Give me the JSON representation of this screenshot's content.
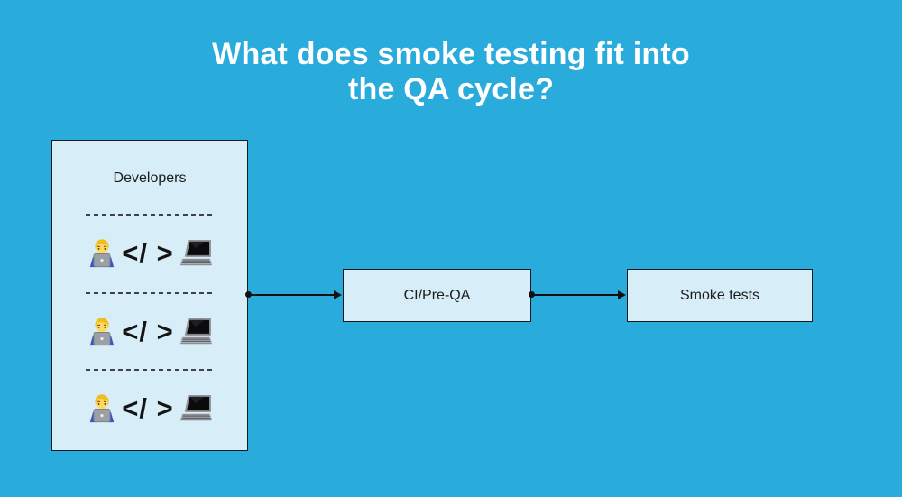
{
  "title": {
    "line1": "What does smoke testing fit into",
    "line2": "the QA cycle?"
  },
  "developers_panel": {
    "label": "Developers",
    "rows": [
      "</ >",
      "</ >",
      "</ >"
    ]
  },
  "nodes": [
    {
      "id": "ci",
      "label": "CI/Pre-QA"
    },
    {
      "id": "smoke",
      "label": "Smoke tests"
    }
  ],
  "icons": {
    "developer": "technologist-icon",
    "computer": "laptop-icon"
  },
  "colors": {
    "background": "#29ABDC",
    "node_fill": "#D7EDF7",
    "node_border": "#131A1E",
    "title_text": "#FFFFFF",
    "label_text": "#1C1C1C",
    "divider": "#3F4245",
    "connector": "#111111"
  }
}
